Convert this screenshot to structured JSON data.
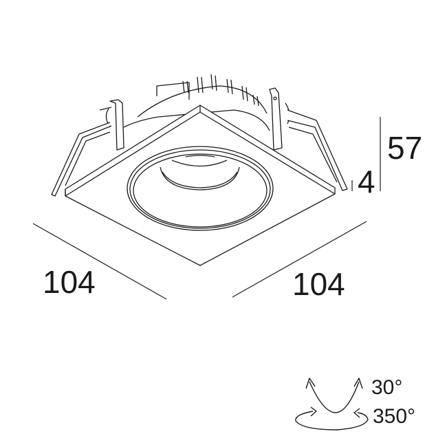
{
  "drawing": {
    "dimensions": {
      "height_total": "57",
      "plate_thickness": "4",
      "width_left": "104",
      "width_right": "104"
    },
    "rotation": {
      "tilt": "30°",
      "pan": "350°"
    },
    "line_color": "#1a1a1a"
  }
}
